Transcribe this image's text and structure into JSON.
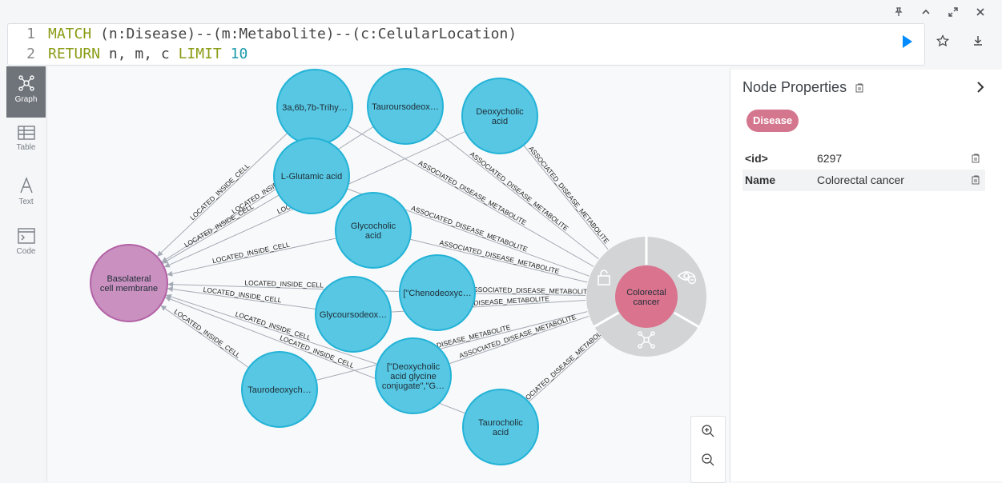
{
  "editor": {
    "lines": [
      {
        "num": "1",
        "parts": [
          {
            "t": "MATCH",
            "c": "kw"
          },
          {
            "t": " (n:Disease)--(m:Metabolite)--(c:CelularLocation)",
            "c": "txt"
          }
        ]
      },
      {
        "num": "2",
        "parts": [
          {
            "t": "RETURN",
            "c": "kw"
          },
          {
            "t": " n, m, c ",
            "c": "txt"
          },
          {
            "t": "LIMIT",
            "c": "kw"
          },
          {
            "t": " ",
            "c": "txt"
          },
          {
            "t": "10",
            "c": "num"
          }
        ]
      }
    ]
  },
  "rail": {
    "graph": "Graph",
    "table": "Table",
    "text": "Text",
    "code": "Code"
  },
  "colors": {
    "metabolite": "#57c7e3",
    "metabolite_stroke": "#23b3d7",
    "disease": "#d9738e",
    "location": "#c990c0",
    "location_stroke": "#b261a5",
    "ring": "#d2d4d6",
    "edge": "#a5abb6",
    "accent": "#018bff"
  },
  "graph": {
    "location": {
      "id": "loc",
      "label": "Basolateral cell membrane"
    },
    "disease": {
      "id": "dis",
      "label": "Colorectal cancer"
    },
    "metabolites": [
      {
        "id": "m1",
        "label": "3a,6b,7b-Trihy…"
      },
      {
        "id": "m2",
        "label": "Tauroursodeox…"
      },
      {
        "id": "m3",
        "label": "Deoxycholic acid"
      },
      {
        "id": "m4",
        "label": "L-Glutamic acid"
      },
      {
        "id": "m5",
        "label": "Glycocholic acid"
      },
      {
        "id": "m6",
        "label": "[\"Chenodeoxyc…"
      },
      {
        "id": "m7",
        "label": "Glycoursodeox…"
      },
      {
        "id": "m8",
        "label": "[\"Deoxycholic acid glycine conjugate\",\"G…"
      },
      {
        "id": "m9",
        "label": "Taurodeoxych…"
      },
      {
        "id": "m10",
        "label": "Taurocholic acid"
      }
    ],
    "rel_location": "LOCATED_INSIDE_CELL",
    "rel_disease": "ASSOCIATED_DISEASE_METABOLITE"
  },
  "panel": {
    "title": "Node Properties",
    "chip": "Disease",
    "props": [
      {
        "key": "<id>",
        "value": "6297"
      },
      {
        "key": "Name",
        "value": "Colorectal cancer"
      }
    ]
  }
}
